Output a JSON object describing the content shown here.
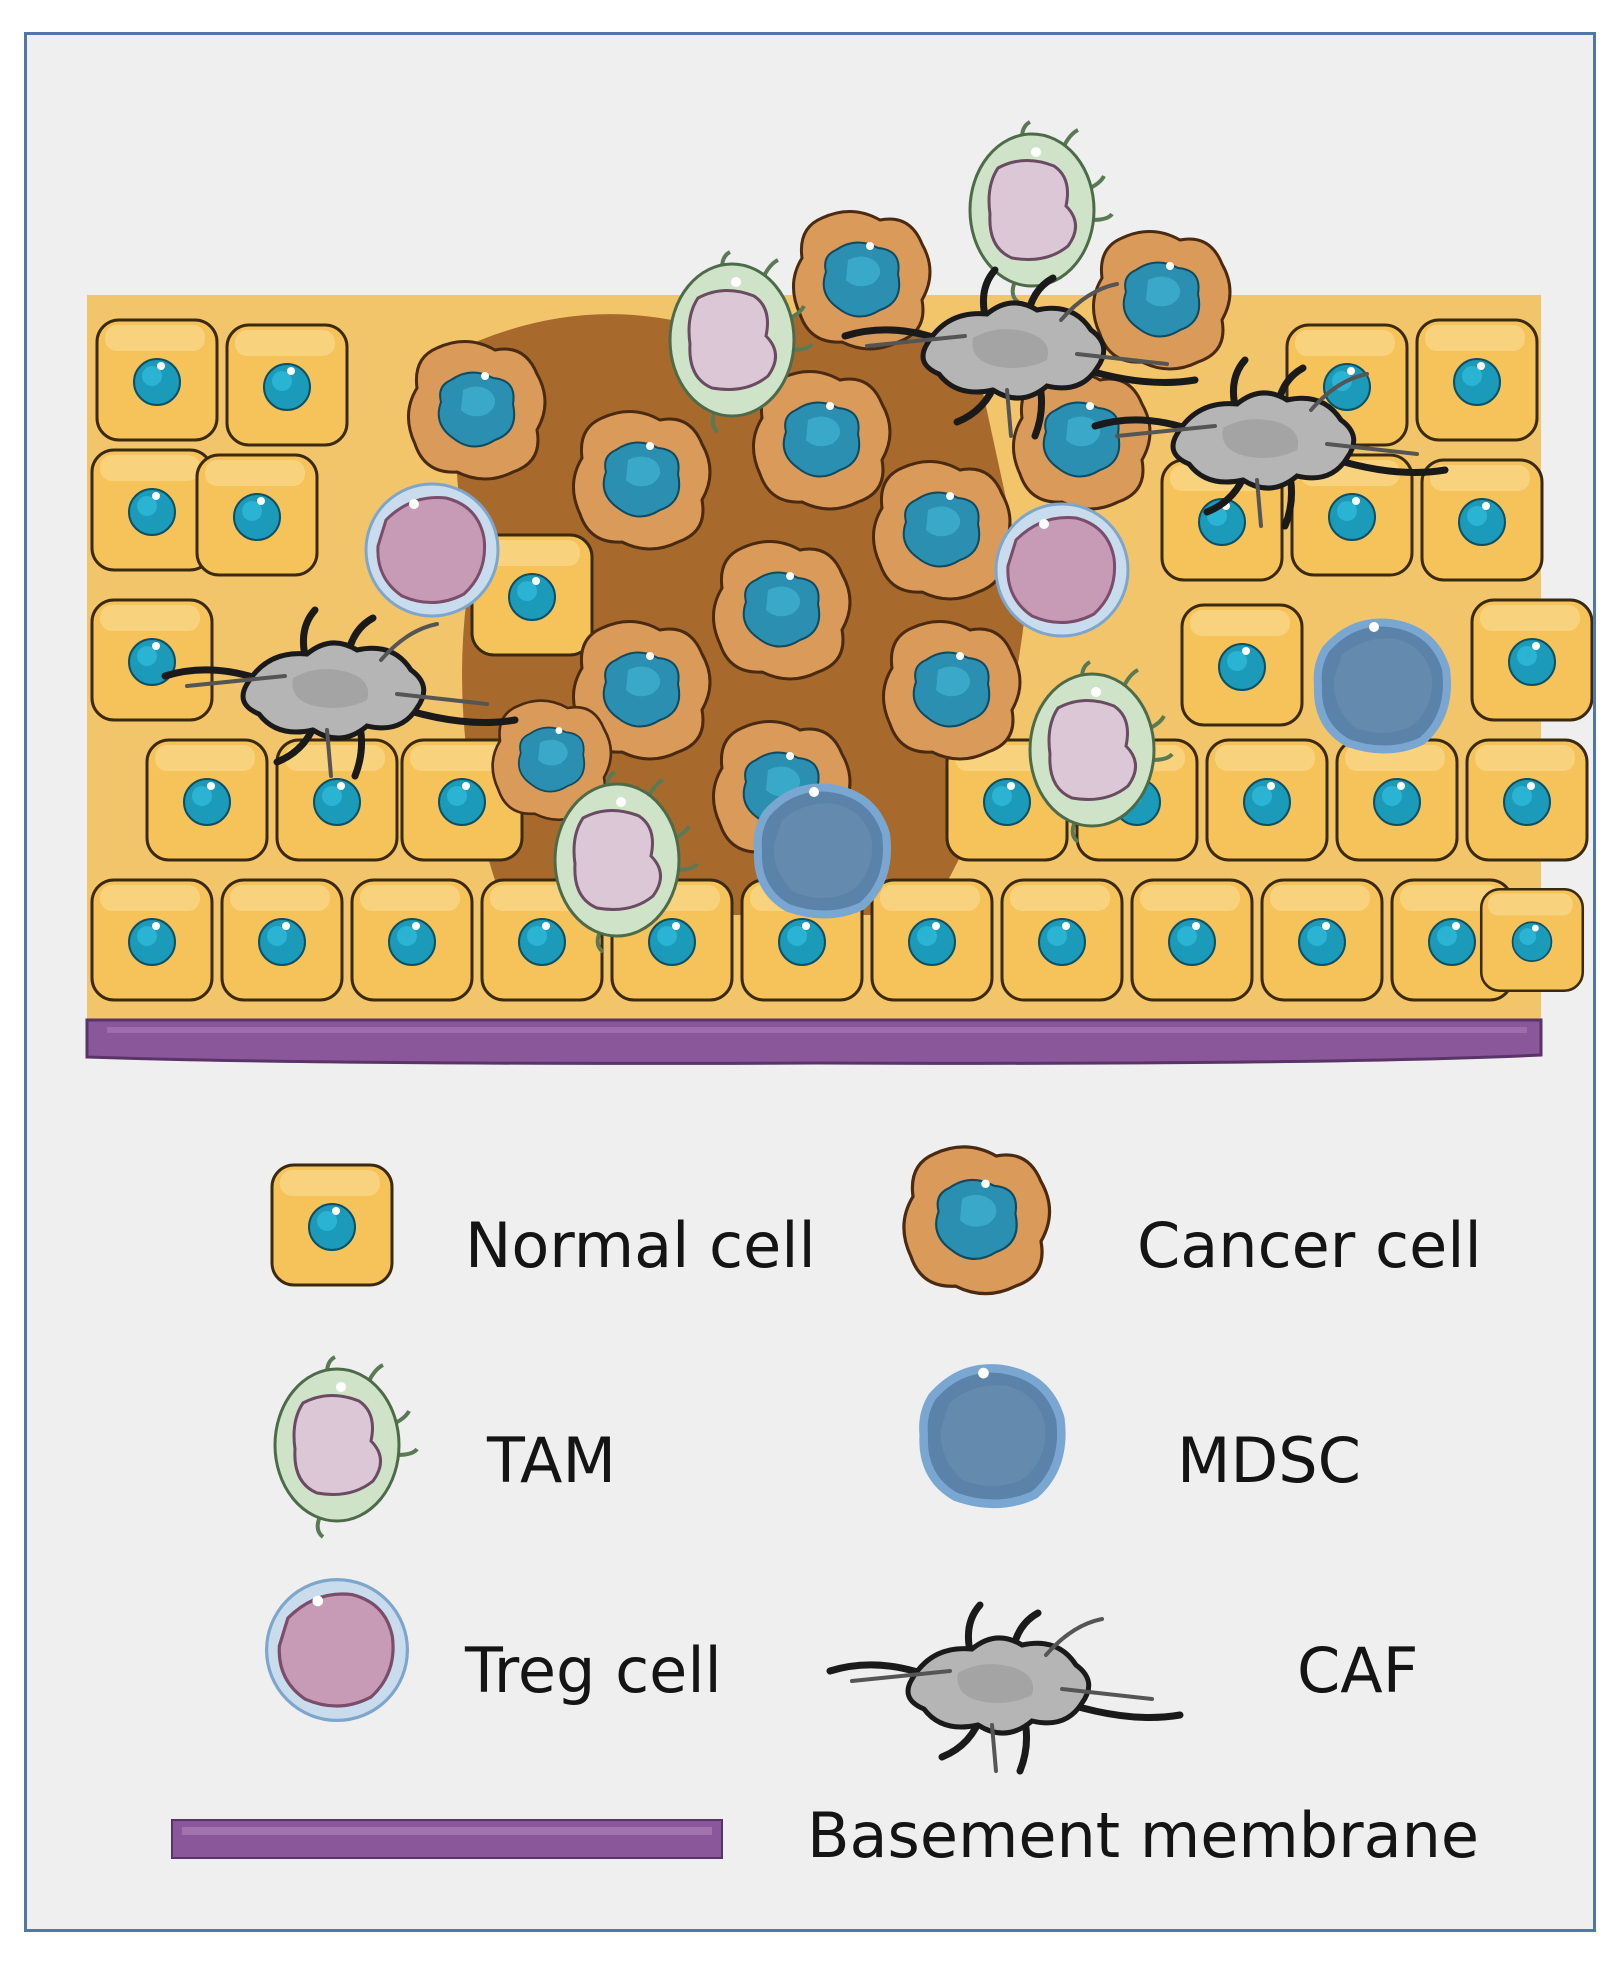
{
  "legend": {
    "normal_cell": "Normal cell",
    "cancer_cell": "Cancer cell",
    "tam": "TAM",
    "mdsc": "MDSC",
    "treg_cell": "Treg cell",
    "caf": "CAF",
    "basement_membrane": "Basement membrane"
  },
  "colors": {
    "normal_cell": "#f6c25a",
    "normal_nucleus": "#1b9ab9",
    "cancer_cell": "#d99a5a",
    "cancer_nucleus": "#2a8fb0",
    "tam": "#cfe3c9",
    "tam_nucleus": "#dcc7d6",
    "mdsc": "#5b82a8",
    "treg": "#c9dcee",
    "treg_nucleus": "#c79ab5",
    "caf": "#b5b5b5",
    "basement_membrane": "#8a579a",
    "frame_border": "#4f78a8"
  }
}
